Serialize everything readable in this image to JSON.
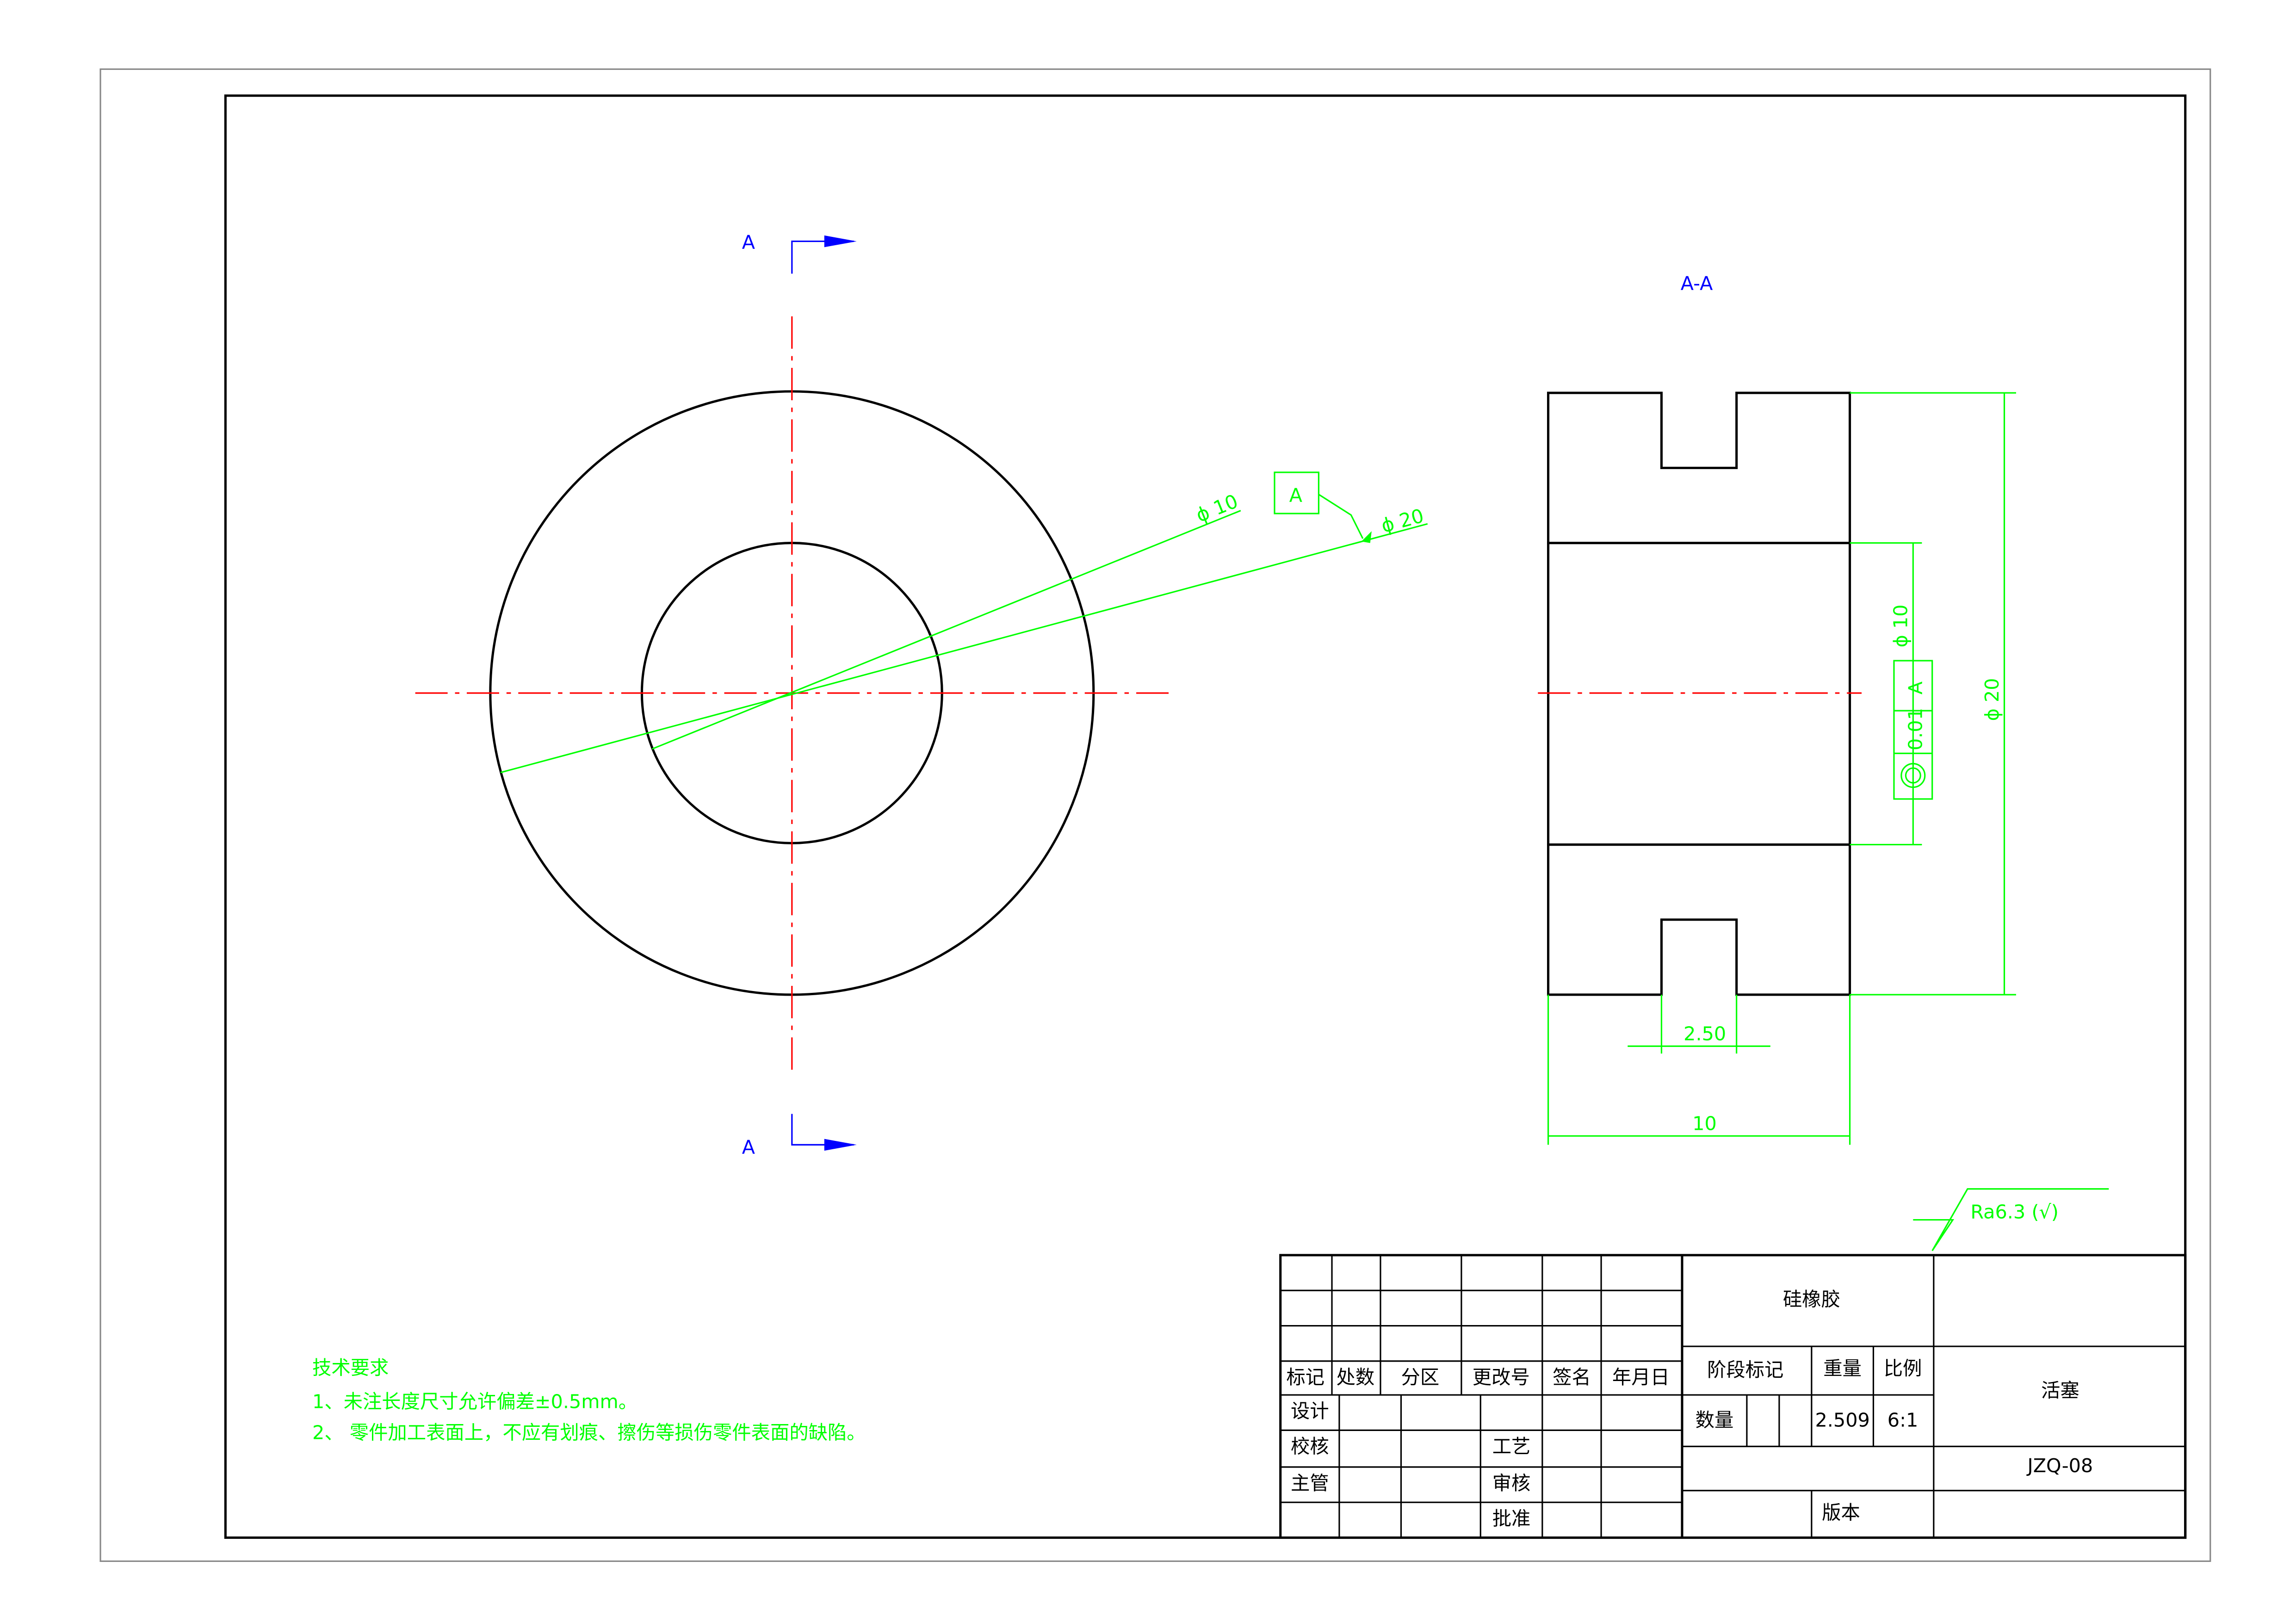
{
  "views": {
    "section_marker_top": "A",
    "section_marker_bottom": "A",
    "section_title": "A-A"
  },
  "dimensions": {
    "inner_diameter": "ϕ 10",
    "outer_diameter": "ϕ 20",
    "datum_label": "A",
    "side_outer_diameter": "ϕ 20",
    "side_inner_diameter": "ϕ 10",
    "tolerance_value": "0.01",
    "tolerance_datum": "A",
    "groove_width": "2.50",
    "length": "10",
    "surface_roughness": "Ra6.3 (√)"
  },
  "tech_requirements": {
    "title": "技术要求",
    "items": [
      "1、未注长度尺寸允许偏差±0.5mm。",
      "2、 零件加工表面上，不应有划痕、擦伤等损伤零件表面的缺陷。"
    ]
  },
  "title_block": {
    "header": [
      "标记",
      "处数",
      "分区",
      "更改号",
      "签名",
      "年月日"
    ],
    "roles": [
      "设计",
      "校核",
      "主管"
    ],
    "roles2": [
      "工艺",
      "审核",
      "批准"
    ],
    "material": "硅橡胶",
    "stage_mark": "阶段标记",
    "weight_label": "重量",
    "scale_label": "比例",
    "quantity_label": "数量",
    "weight": "2.509",
    "scale": "6:1",
    "part_name": "活塞",
    "drawing_number": "JZQ-08",
    "version_label": "版本"
  }
}
